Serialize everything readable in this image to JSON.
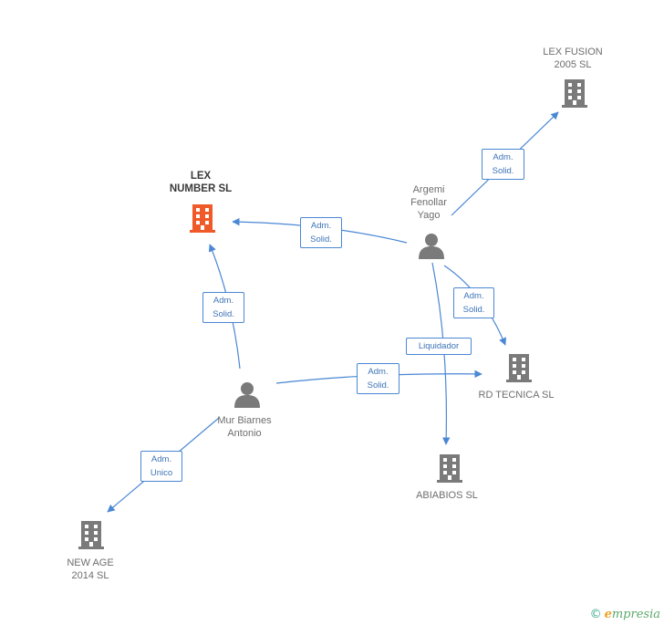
{
  "colors": {
    "edge": "#4a87d4",
    "building": "#7a7a7a",
    "building_main": "#f05a28",
    "person": "#7a7a7a"
  },
  "nodes": {
    "lex_number": {
      "label": "LEX\nNUMBER SL",
      "icon": "building-icon"
    },
    "lex_fusion": {
      "label": "LEX FUSION\n2005 SL",
      "icon": "building-icon"
    },
    "argemi": {
      "label": "Argemi\nFenollar\nYago",
      "icon": "person-icon"
    },
    "rd_tecnica": {
      "label": "RD TECNICA  SL",
      "icon": "building-icon"
    },
    "mur": {
      "label": "Mur Biarnes\nAntonio",
      "icon": "person-icon"
    },
    "abiabios": {
      "label": "ABIABIOS SL",
      "icon": "building-icon"
    },
    "new_age": {
      "label": "NEW AGE\n2014  SL",
      "icon": "building-icon"
    }
  },
  "edges": {
    "argemi_lexfusion": "Adm.\nSolid.",
    "argemi_lexnumber": "Adm.\nSolid.",
    "argemi_rdtecnica": "Adm.\nSolid.",
    "argemi_abiabios": "Liquidador",
    "mur_lexnumber": "Adm.\nSolid.",
    "mur_rdtecnica": "Adm.\nSolid.",
    "mur_newage": "Adm.\nUnico"
  },
  "watermark": {
    "copyright": "©",
    "brand_initial": "e",
    "brand_rest": "mpresia"
  }
}
